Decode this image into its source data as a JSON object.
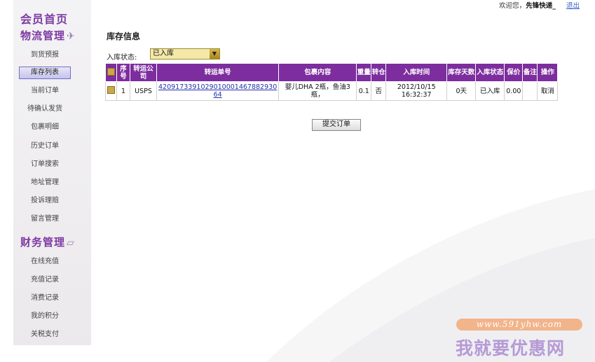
{
  "topbar": {
    "welcome": "欢迎您，",
    "user": "先锋快递_",
    "logout": "退出"
  },
  "sidebar": {
    "home": "会员首页",
    "logistics_title": "物流管理",
    "logistics_items": [
      {
        "label": "到货预报"
      },
      {
        "label": "库存列表"
      },
      {
        "label": "当前订单"
      },
      {
        "label": "待确认发货"
      },
      {
        "label": "包裹明细"
      },
      {
        "label": "历史订单"
      },
      {
        "label": "订单搜索"
      },
      {
        "label": "地址管理"
      },
      {
        "label": "投诉理赔"
      },
      {
        "label": "留言管理"
      }
    ],
    "finance_title": "财务管理",
    "finance_items": [
      {
        "label": "在线充值"
      },
      {
        "label": "充值记录"
      },
      {
        "label": "消费记录"
      },
      {
        "label": "我的积分"
      },
      {
        "label": "关税支付"
      }
    ]
  },
  "main": {
    "title": "库存信息",
    "filter": {
      "label": "入库状态:",
      "value": "已入库"
    },
    "table": {
      "headers": [
        "",
        "序号",
        "转运公司",
        "转运单号",
        "包裹内容",
        "重量",
        "转仓",
        "入库时间",
        "库存天数",
        "入库状态",
        "保价",
        "备注",
        "操作"
      ],
      "rows": [
        {
          "seq": "1",
          "company": "USPS",
          "tracking": "4209173391029010001467882930​64",
          "content": "婴儿DHA 2瓶，鱼油3瓶，",
          "weight": "0.1",
          "transfer": "否",
          "date": "2012/10/15",
          "time": "16:32:37",
          "days": "0天",
          "status": "已入库",
          "insured": "0.00",
          "note": "",
          "action": "取消"
        }
      ]
    },
    "submit": "提交订单"
  },
  "watermark": {
    "url": "www.591yhw.com",
    "text": "我就要优惠网"
  }
}
